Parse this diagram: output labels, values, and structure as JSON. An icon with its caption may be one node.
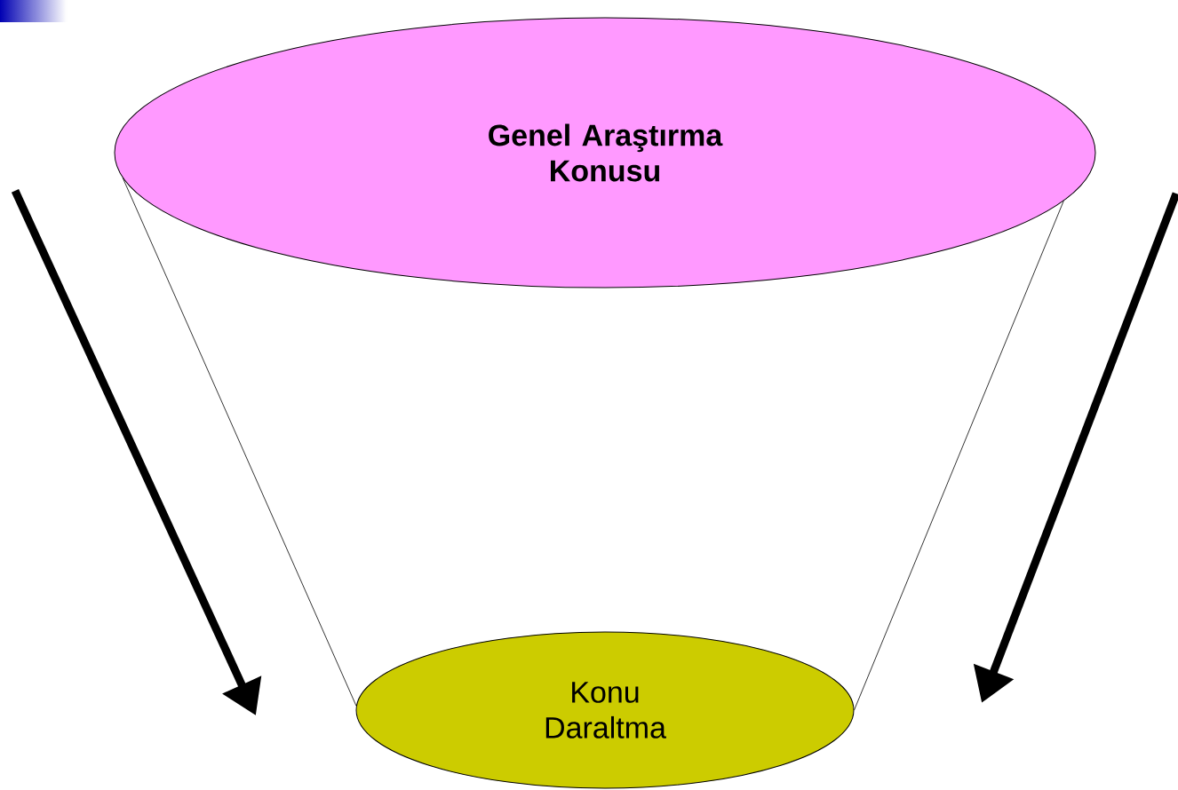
{
  "diagram": {
    "nodes": [
      {
        "text": [
          "Genel Araştırma Konusu"
        ]
      },
      {
        "text": [
          "Konu Daraltma"
        ]
      }
    ],
    "edges": [
      {
        "from": 0,
        "to": 1,
        "arrow": "none"
      },
      {
        "from": 0,
        "to": 1,
        "arrow": "none"
      }
    ]
  }
}
